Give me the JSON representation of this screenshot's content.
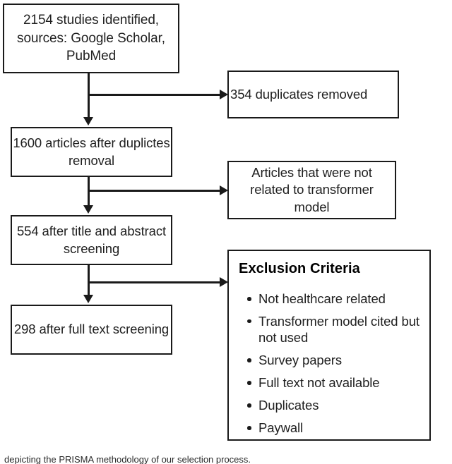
{
  "figure": {
    "type": "prisma-flow-diagram",
    "caption_partial": "depicting the PRISMA methodology of our selection process."
  },
  "flow": {
    "identified": "2154 studies identified, sources: Google Scholar, PubMed",
    "after_duplicates": "1600 articles after duplictes removal",
    "after_screening": "554 after title and abstract screening",
    "after_fulltext": "298 after full text screening"
  },
  "excluded": {
    "duplicates_removed": "354 duplicates removed",
    "not_transformer": "Articles that were not related to transformer model",
    "criteria_title": "Exclusion Criteria",
    "criteria_items": [
      "Not healthcare related",
      "Transformer model cited but not used",
      "Survey papers",
      "Full text not available",
      "Duplicates",
      "Paywall"
    ]
  },
  "colors": {
    "line": "#1a1a1a",
    "box_fill": "#ffffff",
    "text": "#1f1f1f"
  }
}
